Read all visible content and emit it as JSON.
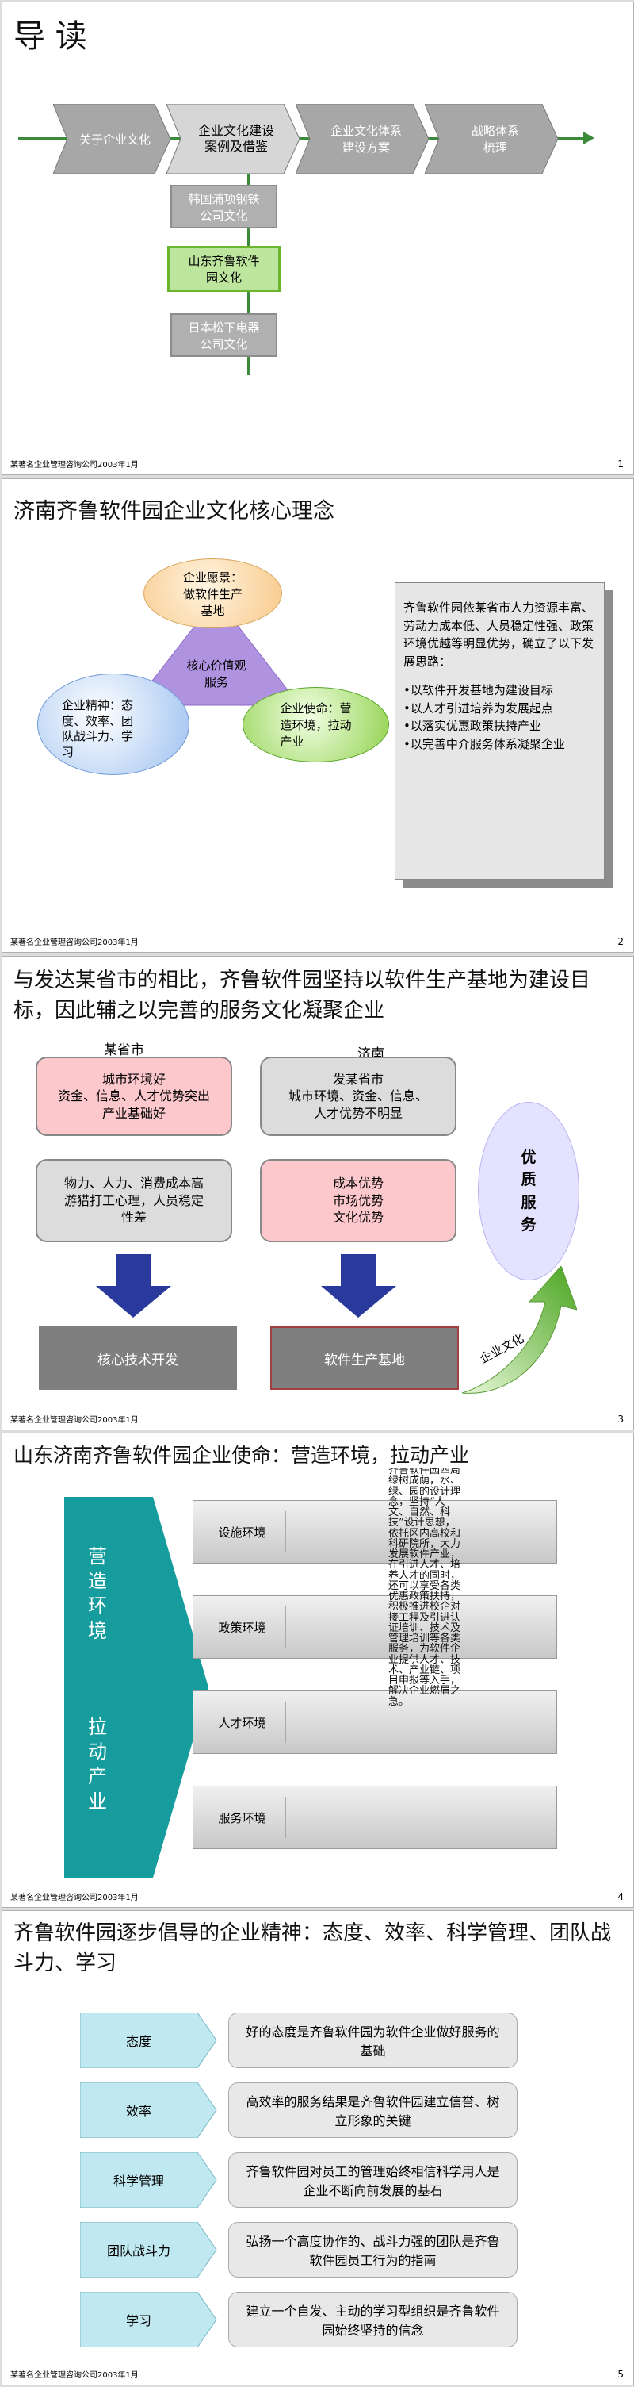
{
  "footer": "某著名企业管理咨询公司2003年1月",
  "slide1": {
    "title": "导 读",
    "steps": [
      "关于企业文化",
      "企业文化建设\n案例及借鉴",
      "企业文化体系\n建设方案",
      "战略体系\n梳理"
    ],
    "cases": [
      "韩国浦项钢铁\n公司文化",
      "山东齐鲁软件\n园文化",
      "日本松下电器\n公司文化"
    ],
    "page": "1"
  },
  "slide2": {
    "title": "济南齐鲁软件园企业文化核心理念",
    "vision": "企业愿景：\n做软件生产\n基地",
    "values": "核心价值观\n服务",
    "spirit": "企业精神：态\n度、效率、团\n队战斗力、学\n习",
    "mission": "企业使命：营\n造环境，拉动\n产业",
    "text_intro": "齐鲁软件园依某省市人力资源丰富、劳动力成本低、人员稳定性强、政策环境优越等明显优势，确立了以下发展思路：",
    "bullets": [
      "•以软件开发基地为建设目标",
      "•以人才引进培养为发展起点",
      "•以落实优惠政策扶持产业",
      "•以完善中介服务体系凝聚企业"
    ],
    "page": "2"
  },
  "slide3": {
    "title": "与发达某省市的相比，齐鲁软件园坚持以软件生产基地为建设目标，因此辅之以完善的服务文化凝聚企业",
    "left_label": "某省市",
    "right_label": "济南",
    "left_top": "城市环境好\n资金、信息、人才优势突出\n产业基础好",
    "right_top": "发某省市\n城市环境、资金、信息、\n人才优势不明显",
    "left_mid": "物力、人力、消费成本高\n游猎打工心理，人员稳定\n性差",
    "right_mid": "成本优势\n市场优势\n文化优势",
    "left_bottom": "核心技术开发",
    "right_bottom": "软件生产基地",
    "service": "优\n质\n服\n务",
    "culture": "企业文化",
    "page": "3"
  },
  "slide4": {
    "title": "山东济南齐鲁软件园企业使命：营造环境，拉动产业",
    "left_label_1": "营造环境",
    "left_label_2": "拉动产业",
    "rows": [
      "设施环境",
      "政策环境",
      "人才环境",
      "服务环境"
    ],
    "overflow_text": "齐鲁软件园四周绿树成荫，水、绿、园的设计理念，坚持“人文、自然、科技”设计思想，依托区内高校和科研院所，大力发展软件产业，在引进人才、培养人才的同时，还可以享受各类优惠政策扶持，积极推进校企对接工程及引进认证培训、技术及管理培训等各类服务，为软件企业提供人才、技术、产业链、项目申报等入手，解决企业燃眉之急。",
    "page": "4"
  },
  "slide5": {
    "title": "齐鲁软件园逐步倡导的企业精神：态度、效率、科学管理、团队战斗力、学习",
    "rows": [
      {
        "label": "态度",
        "text": "好的态度是齐鲁软件园为软件企业做好服务的基础"
      },
      {
        "label": "效率",
        "text": "高效率的服务结果是齐鲁软件园建立信誉、树立形象的关键"
      },
      {
        "label": "科学管理",
        "text": "齐鲁软件园对员工的管理始终相信科学用人是企业不断向前发展的基石"
      },
      {
        "label": "团队战斗力",
        "text": "弘扬一个高度协作的、战斗力强的团队是齐鲁软件园员工行为的指南"
      },
      {
        "label": "学习",
        "text": "建立一个自发、主动的学习型组织是齐鲁软件园始终坚持的信念"
      }
    ],
    "page": "5"
  },
  "colors": {
    "teal": "#169c9c",
    "pink": "#fcc8cc",
    "green": "#71bd33",
    "lavender": "#e4e2ff",
    "arrow_blue": "#2a3a9c"
  }
}
